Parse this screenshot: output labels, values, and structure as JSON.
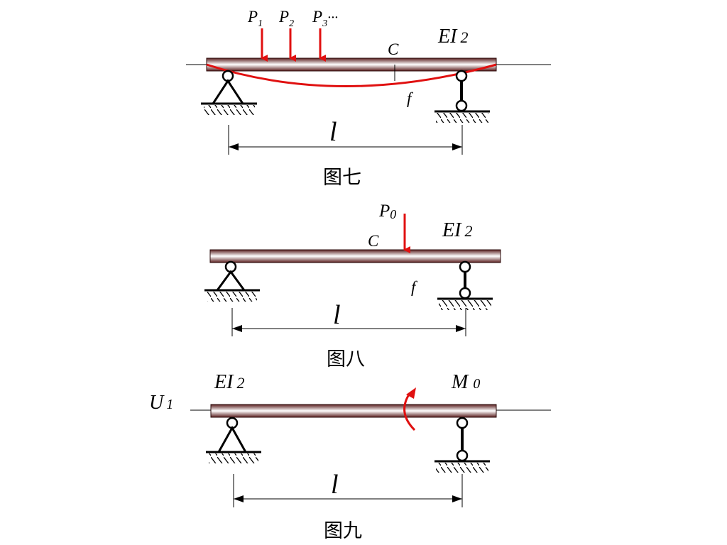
{
  "figures": [
    {
      "caption": "图七",
      "labels": {
        "p1": "P",
        "p1_sub": "1",
        "p2": "P",
        "p2_sub": "2",
        "p3": "P",
        "p3_sub": "3",
        "p3_tail": "···",
        "c": "C",
        "f": "f",
        "ei": "EI",
        "ei_sub": "2",
        "span": "l"
      }
    },
    {
      "caption": "图八",
      "labels": {
        "p0": "P",
        "p0_sub": "0",
        "c": "C",
        "f": "f",
        "ei": "EI",
        "ei_sub": "2",
        "span": "l"
      }
    },
    {
      "caption": "图九",
      "labels": {
        "u": "U",
        "u_sub": "1",
        "ei": "EI",
        "ei_sub": "2",
        "m": "M",
        "m_sub": "0",
        "span": "l"
      }
    }
  ],
  "colors": {
    "load": "#e01010",
    "beam_core": "#ffffff",
    "beam_edge": "#5a1e1e",
    "line": "#000000"
  }
}
